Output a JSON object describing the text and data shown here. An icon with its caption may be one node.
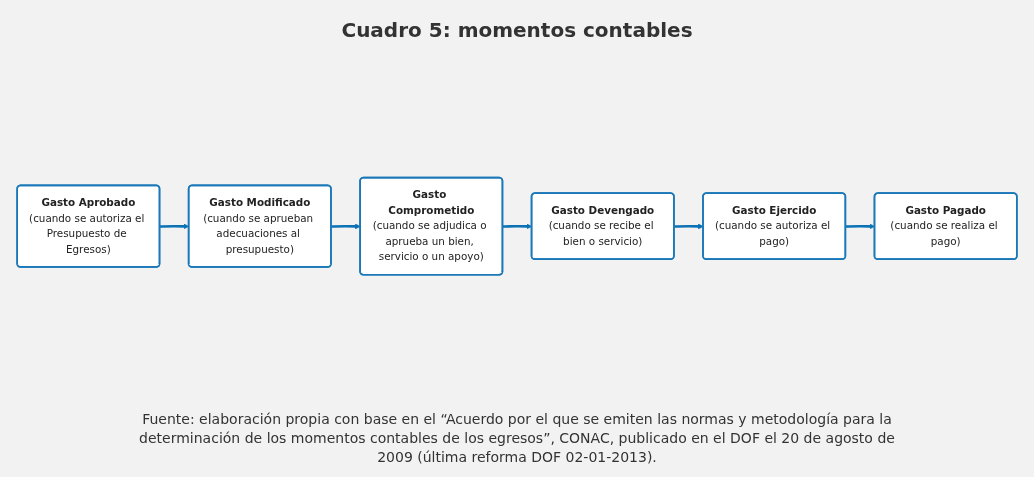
{
  "diagram": {
    "title": "Cuadro 5: momentos contables",
    "caption": "Fuente: elaboración propia con base en el “Acuerdo por el que se emiten las normas y metodología para la determinación de los momentos contables de los egresos”, CONAC, publicado en el DOF el 20 de agosto de 2009 (última reforma DOF 02-01-2013).",
    "nodes": [
      {
        "text": [
          "Gasto Aprobado",
          "(cuando se autoriza el Presupuesto de Egresos)"
        ]
      },
      {
        "text": [
          "Gasto Modificado",
          "(cuando se aprueban adecuaciones al presupuesto)"
        ]
      },
      {
        "text": [
          "Gasto Comprometido",
          "(cuando se adjudica o aprueba un bien, servicio o un apoyo)"
        ]
      },
      {
        "text": [
          "Gasto Devengado",
          "(cuando se recibe el bien o servicio)"
        ]
      },
      {
        "text": [
          "Gasto Ejercido",
          "(cuando se autoriza el pago)"
        ]
      },
      {
        "text": [
          "Gasto Pagado",
          "(cuando se realiza el pago)"
        ]
      }
    ],
    "edges": [
      {
        "from": 0,
        "to": 1,
        "arrow": "to"
      },
      {
        "from": 1,
        "to": 2,
        "arrow": "to"
      },
      {
        "from": 2,
        "to": 3,
        "arrow": "to"
      },
      {
        "from": 3,
        "to": 4,
        "arrow": "to"
      },
      {
        "from": 4,
        "to": 5,
        "arrow": "to"
      }
    ]
  }
}
